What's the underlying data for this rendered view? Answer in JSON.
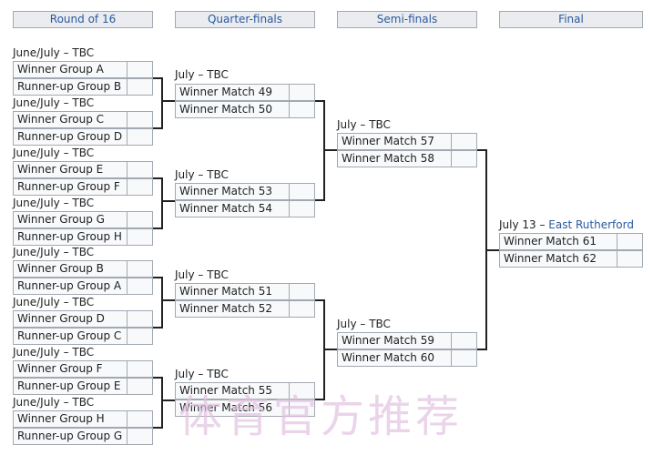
{
  "headers": [
    "Round of 16",
    "Quarter-finals",
    "Semi-finals",
    "Final"
  ],
  "round_of_16": [
    {
      "date": "June/July – TBC",
      "teams": [
        "Winner Group A",
        "Runner-up Group B"
      ]
    },
    {
      "date": "June/July – TBC",
      "teams": [
        "Winner Group C",
        "Runner-up Group D"
      ]
    },
    {
      "date": "June/July – TBC",
      "teams": [
        "Winner Group E",
        "Runner-up Group F"
      ]
    },
    {
      "date": "June/July – TBC",
      "teams": [
        "Winner Group G",
        "Runner-up Group H"
      ]
    },
    {
      "date": "June/July – TBC",
      "teams": [
        "Winner Group B",
        "Runner-up Group A"
      ]
    },
    {
      "date": "June/July – TBC",
      "teams": [
        "Winner Group D",
        "Runner-up Group C"
      ]
    },
    {
      "date": "June/July – TBC",
      "teams": [
        "Winner Group F",
        "Runner-up Group E"
      ]
    },
    {
      "date": "June/July – TBC",
      "teams": [
        "Winner Group H",
        "Runner-up Group G"
      ]
    }
  ],
  "quarter_finals": [
    {
      "date": "July – TBC",
      "teams": [
        "Winner Match 49",
        "Winner Match 50"
      ]
    },
    {
      "date": "July – TBC",
      "teams": [
        "Winner Match 53",
        "Winner Match 54"
      ]
    },
    {
      "date": "July – TBC",
      "teams": [
        "Winner Match 51",
        "Winner Match 52"
      ]
    },
    {
      "date": "July – TBC",
      "teams": [
        "Winner Match 55",
        "Winner Match 56"
      ]
    }
  ],
  "semi_finals": [
    {
      "date": "July – TBC",
      "teams": [
        "Winner Match 57",
        "Winner Match 58"
      ]
    },
    {
      "date": "July – TBC",
      "teams": [
        "Winner Match 59",
        "Winner Match 60"
      ]
    }
  ],
  "final": {
    "date": "July 13 – ",
    "venue": "East Rutherford",
    "teams": [
      "Winner Match 61",
      "Winner Match 62"
    ]
  },
  "watermark": "体育官方推荐"
}
